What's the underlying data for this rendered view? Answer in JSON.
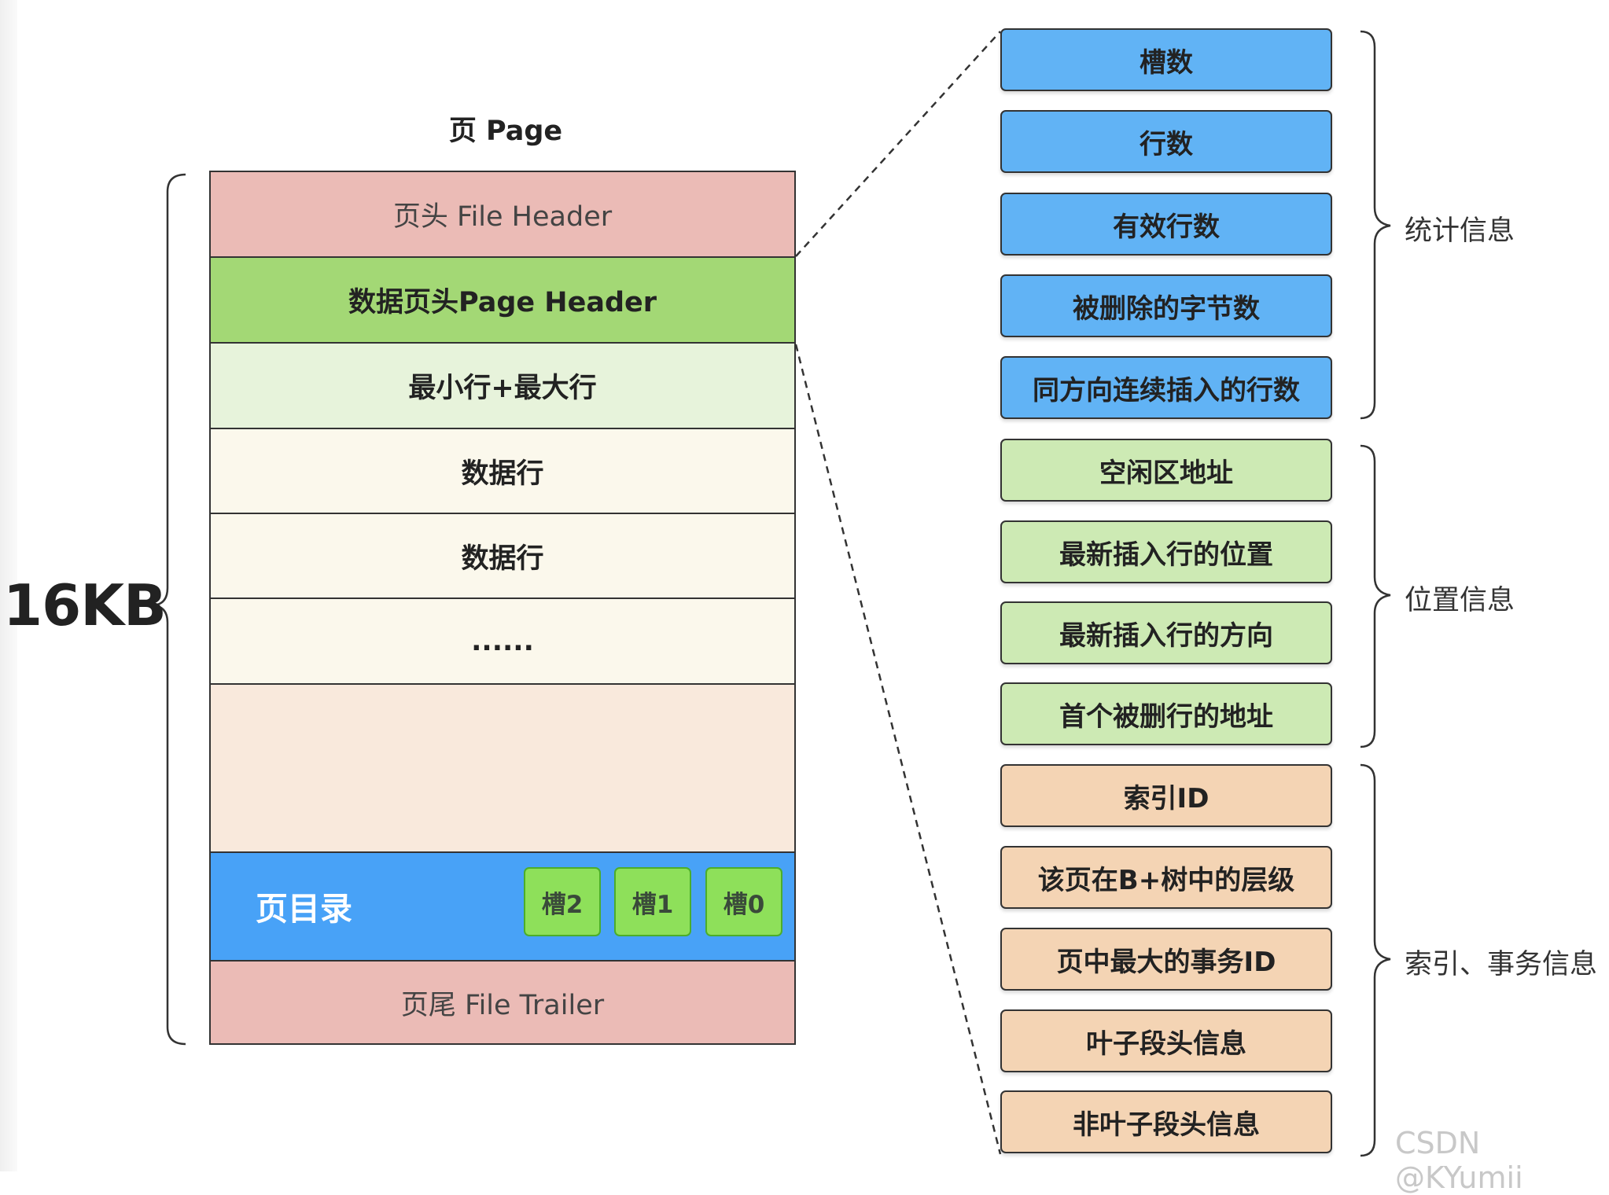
{
  "title": "页 Page",
  "size_label": "16KB",
  "page": {
    "file_header": "页头 File Header",
    "page_header": "数据页头Page Header",
    "min_max": "最小行+最大行",
    "data_row_1": "数据行",
    "data_row_2": "数据行",
    "ellipsis": "......",
    "directory_label": "页目录",
    "slots": [
      "槽2",
      "槽1",
      "槽0"
    ],
    "file_trailer": "页尾 File Trailer"
  },
  "page_header_fields": {
    "stats": [
      "槽数",
      "行数",
      "有效行数",
      "被删除的字节数",
      "同方向连续插入的行数"
    ],
    "position": [
      "空闲区地址",
      "最新插入行的位置",
      "最新插入行的方向",
      "首个被删行的地址"
    ],
    "index_tx": [
      "索引ID",
      "该页在B+树中的层级",
      "页中最大的事务ID",
      "叶子段头信息",
      "非叶子段头信息"
    ]
  },
  "group_labels": {
    "stats": "统计信息",
    "position": "位置信息",
    "index_tx": "索引、事务信息"
  },
  "colors": {
    "file_header_bg": "#ebbbb6",
    "page_header_bg": "#a3d875",
    "min_max_bg": "#e7f3db",
    "data_row_bg": "#fbf8ec",
    "free_space_bg": "#f9e9dc",
    "directory_bg": "#48a2f7",
    "slot_bg": "#8ee05a",
    "blue_field": "#61b3f5",
    "green_field": "#cdeab4",
    "tan_field": "#f4d4b4"
  },
  "watermark": "CSDN @KYumii"
}
